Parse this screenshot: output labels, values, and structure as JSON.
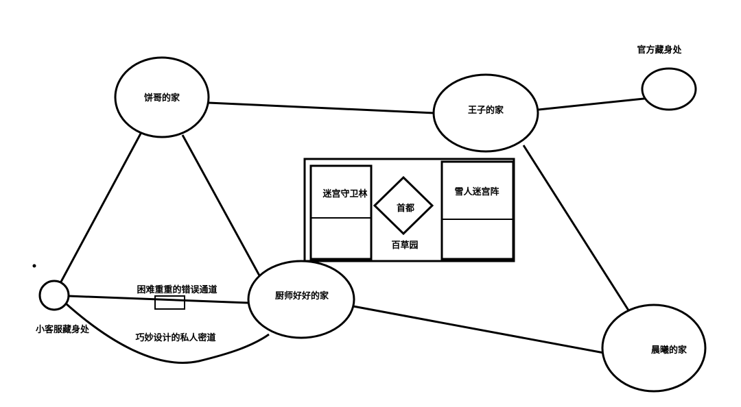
{
  "nodes": {
    "bing_ge": "饼哥的家",
    "wangzi": "王子的家",
    "guanfang": "官方藏身处",
    "xiaoke": "小客服藏身处",
    "chushi": "厨师好好的家",
    "chenxi": "晨曦的家"
  },
  "capital": {
    "left_top": "迷宫守卫林",
    "center": "首都",
    "center_sub": "百草园",
    "right_top": "雪人迷宫阵"
  },
  "edges": {
    "hard_path": "困难重重的错误通道",
    "secret_path": "巧妙设计的私人密道"
  }
}
